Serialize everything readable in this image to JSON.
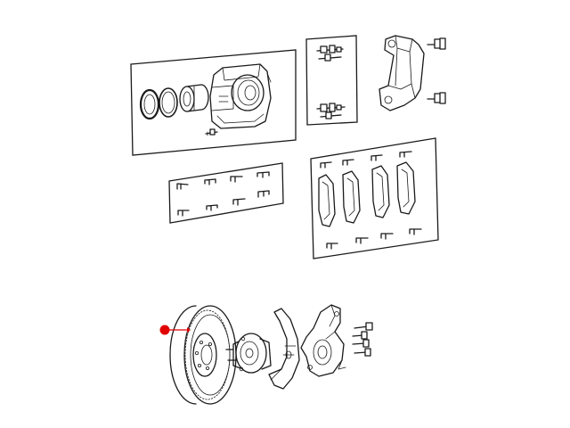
{
  "diagram": {
    "colors": {
      "line": "#1a1a1a",
      "background": "#ffffff",
      "callout": "#e00000"
    },
    "panels": [
      {
        "name": "caliper-assembly-panel",
        "parts": [
          "caliper-seal",
          "caliper-piston",
          "caliper-housing",
          "bleeder-screw"
        ]
      },
      {
        "name": "guide-pin-panel",
        "parts": [
          "guide-pin-upper",
          "guide-pin-lower"
        ]
      },
      {
        "name": "pad-clip-panel",
        "parts": [
          "pad-clip"
        ]
      },
      {
        "name": "brake-pad-panel",
        "parts": [
          "brake-pad",
          "pad-clip"
        ]
      }
    ],
    "loose_parts": [
      "caliper-adapter-mount",
      "mount-bolt-upper",
      "mount-bolt-lower",
      "rotor",
      "hub-bearing",
      "splash-shield",
      "steering-knuckle",
      "knuckle-bolts"
    ],
    "callout": {
      "target": "rotor",
      "icon": "red-dot-callout-icon"
    }
  }
}
